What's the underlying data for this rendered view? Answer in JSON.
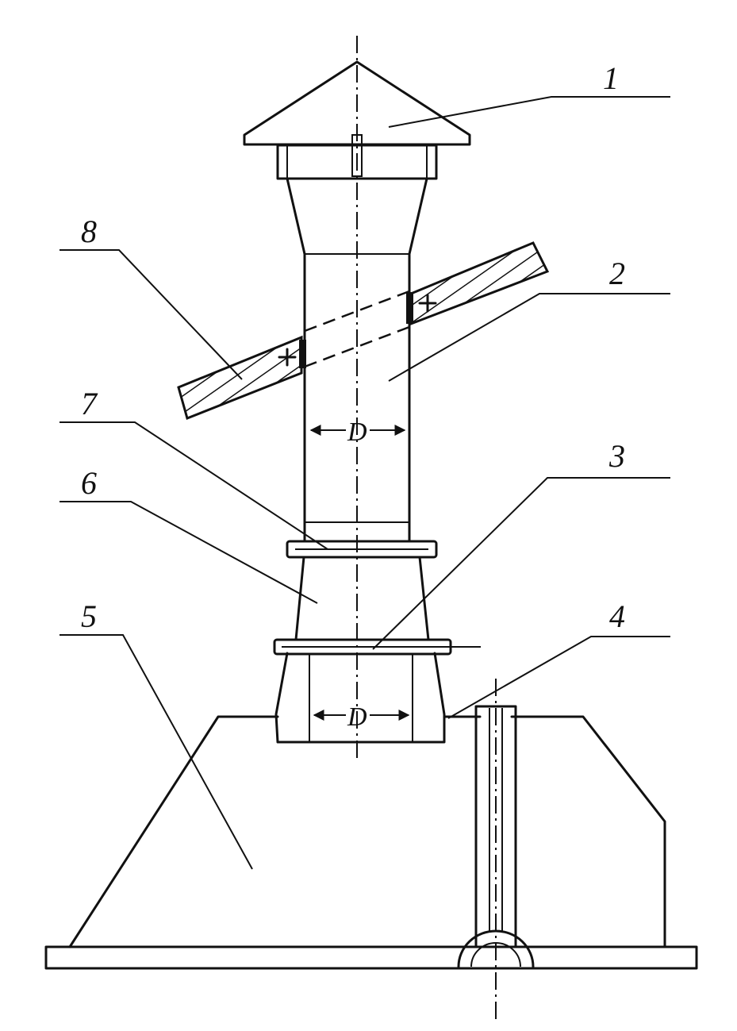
{
  "labels": {
    "l1": "1",
    "l2": "2",
    "l3": "3",
    "l4": "4",
    "l5": "5",
    "l6": "6",
    "l7": "7",
    "l8": "8"
  },
  "dimensions": {
    "upper": "D",
    "lower": "D"
  }
}
